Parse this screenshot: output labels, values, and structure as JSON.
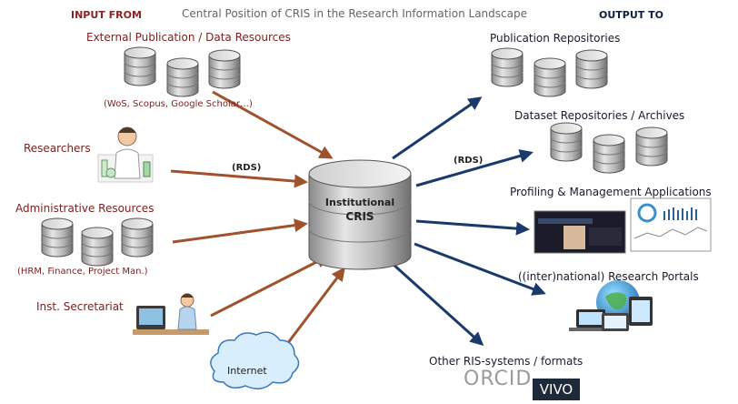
{
  "header": {
    "input_from": "INPUT FROM",
    "title": "Central Position of CRIS in the Research Information Landscape",
    "output_to": "OUTPUT TO"
  },
  "center": {
    "line1": "Institutional",
    "line2": "CRIS"
  },
  "inputs": {
    "external": {
      "label": "External Publication / Data Resources",
      "sub": "(WoS, Scopus, Google Scholar…)"
    },
    "researchers": {
      "label": "Researchers"
    },
    "administrative": {
      "label": "Administrative Resources",
      "sub": "(HRM, Finance, Project Man.)"
    },
    "secretariat": {
      "label": "Inst. Secretariat"
    },
    "internet": {
      "label": "Internet"
    }
  },
  "outputs": {
    "publication": {
      "label": "Publication Repositories"
    },
    "dataset": {
      "label": "Dataset Repositories / Archives"
    },
    "profiling": {
      "label": "Profiling & Management Applications"
    },
    "portals": {
      "label": "((inter)national) Research Portals"
    },
    "other": {
      "label": "Other RIS-systems / formats",
      "orcid": "ORCID",
      "vivo": "VIVO"
    }
  },
  "rds_in": "(RDS)",
  "rds_out": "(RDS)",
  "colors": {
    "input_arrow": "#a0522d",
    "output_arrow": "#1b3a6b",
    "input_text": "#7a1f1f",
    "orcid_green": "#a6ce39",
    "vivo_bg": "#1e2a3a"
  }
}
